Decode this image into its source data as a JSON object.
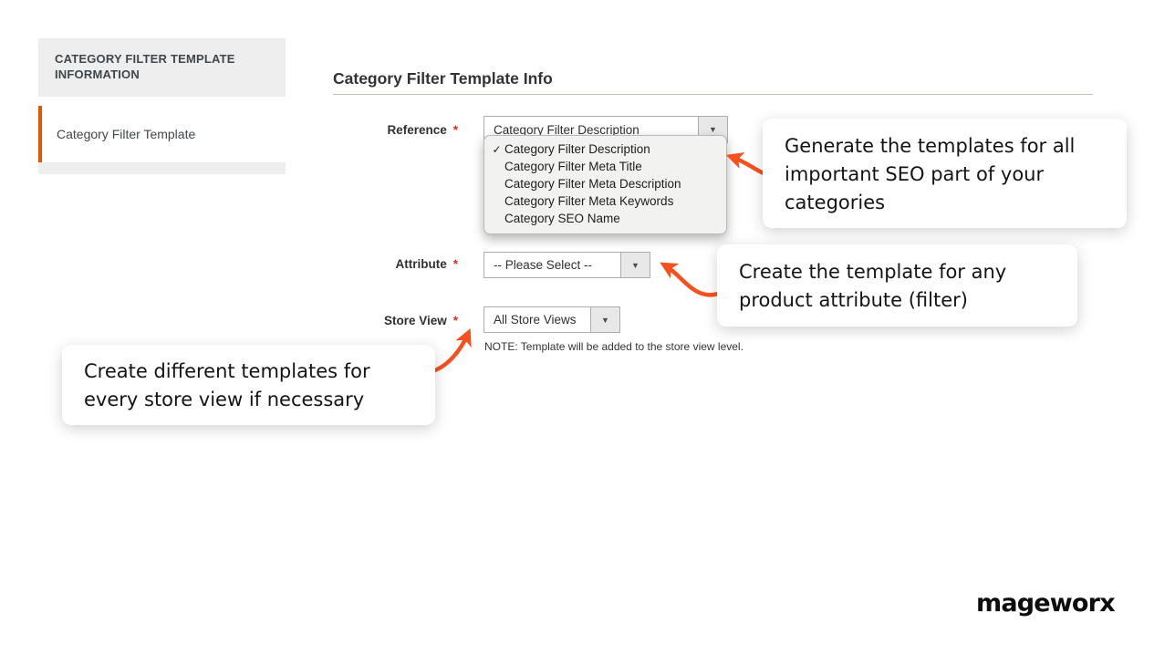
{
  "sidebar": {
    "header": "CATEGORY FILTER TEMPLATE INFORMATION",
    "items": [
      {
        "label": "Category Filter Template",
        "active": true
      }
    ]
  },
  "main": {
    "title": "Category Filter Template Info",
    "fields": [
      {
        "label": "Reference",
        "required": "*",
        "value": "Category Filter Description"
      },
      {
        "label": "Attribute",
        "required": "*",
        "value": "-- Please Select --"
      },
      {
        "label": "Store View",
        "required": "*",
        "value": "All Store Views"
      }
    ],
    "note": "NOTE: Template will be added to the store view level.",
    "reference_dropdown": {
      "selected_index": 0,
      "options": [
        "Category Filter Description",
        "Category Filter Meta Title",
        "Category Filter Meta Description",
        "Category Filter Meta Keywords",
        "Category SEO Name"
      ]
    }
  },
  "callouts": [
    {
      "lines": [
        "Generate the templates for all",
        "important SEO part of your",
        "categories"
      ]
    },
    {
      "lines": [
        "Create the template for any",
        "product attribute (filter)"
      ]
    },
    {
      "lines": [
        "Create different templates for",
        "every store view if necessary"
      ]
    }
  ],
  "logo": "mageworx",
  "icons": {
    "dropdown_arrow": "▼",
    "checkmark": "✓"
  },
  "colors": {
    "accent": "#eb5202",
    "arrow": "#f8501d",
    "required": "#e02b27",
    "sidebar_gray": "#eeeeee"
  }
}
